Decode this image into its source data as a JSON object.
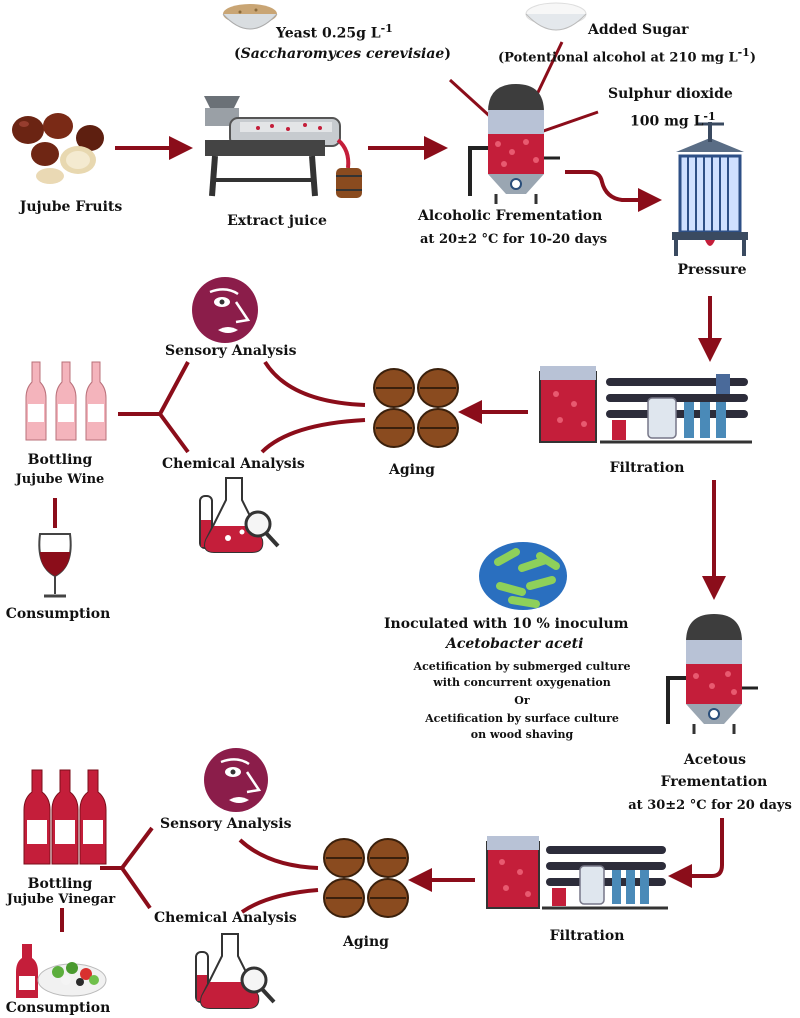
{
  "colors": {
    "arrow": "#8b0d1a",
    "juice": "#c41e3a",
    "barrel": "#8a4b1f",
    "vessel_top": "#3d3d3d",
    "accent_purple": "#8b1d4a"
  },
  "wine_process": {
    "fruits": "Jujube Fruits",
    "extract": "Extract juice",
    "yeast_prefix": "Yeast 0.25g L",
    "yeast_exp": "-1",
    "yeast_species": "Saccharomyces cerevisiae",
    "sugar_title": "Added Sugar",
    "sugar_detail_prefix": "Potentional alcohol at 210 mg L",
    "sugar_detail_exp": "-1",
    "so2_title": "Sulphur dioxide",
    "so2_amount_prefix": "100 mg L",
    "so2_amount_exp": "-1",
    "fermentation_title": "Alcoholic Frementation",
    "fermentation_detail": "at 20±2 °C for 10-20 days",
    "pressure": "Pressure",
    "filtration": "Filtration",
    "aging": "Aging",
    "sensory": "Sensory Analysis",
    "chemical": "Chemical Analysis",
    "bottling": "Bottling",
    "product": "Jujube Wine",
    "consumption": "Consumption"
  },
  "vinegar_process": {
    "inoculation_line1": "Inoculated with 10 % inoculum",
    "species": "Acetobacter aceti",
    "method1_line1": "Acetification by submerged culture",
    "method1_line2": "with concurrent oxygenation",
    "or": "Or",
    "method2_line1": "Acetification by surface culture",
    "method2_line2": "on wood shaving",
    "fermentation_title_line1": "Acetous",
    "fermentation_title_line2": "Frementation",
    "fermentation_detail": "at 30±2 °C for 20 days",
    "filtration": "Filtration",
    "aging": "Aging",
    "sensory": "Sensory Analysis",
    "chemical": "Chemical Analysis",
    "bottling": "Bottling",
    "product": "Jujube Vinegar",
    "consumption": "Consumption"
  },
  "icons": [
    "jujube-fruit-icon",
    "juice-press-machine-icon",
    "barrel-icon",
    "yeast-bowl-icon",
    "sugar-bowl-icon",
    "fermentation-tank-icon",
    "wine-press-icon",
    "filtration-unit-icon",
    "aging-barrels-icon",
    "sensory-face-icon",
    "chemistry-flask-icon",
    "wine-bottle-icon",
    "wine-glass-icon",
    "bacteria-icon",
    "vinegar-bottle-icon",
    "salad-bowl-icon"
  ]
}
